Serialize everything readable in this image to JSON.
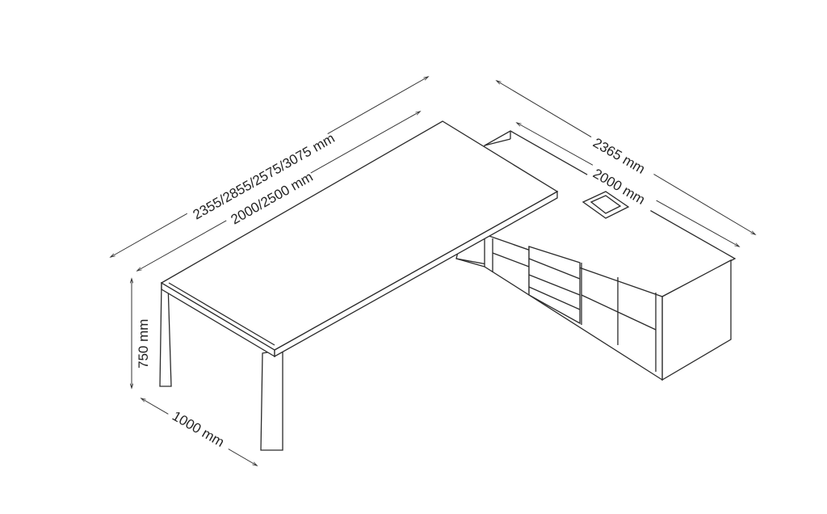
{
  "dimensions": {
    "overall_length": "2355/2855/2575/3075 mm",
    "desk_length": "2000/2500 mm",
    "return_overall": "2365 mm",
    "return_length": "2000 mm",
    "height": "750 mm",
    "depth": "1000 mm"
  }
}
